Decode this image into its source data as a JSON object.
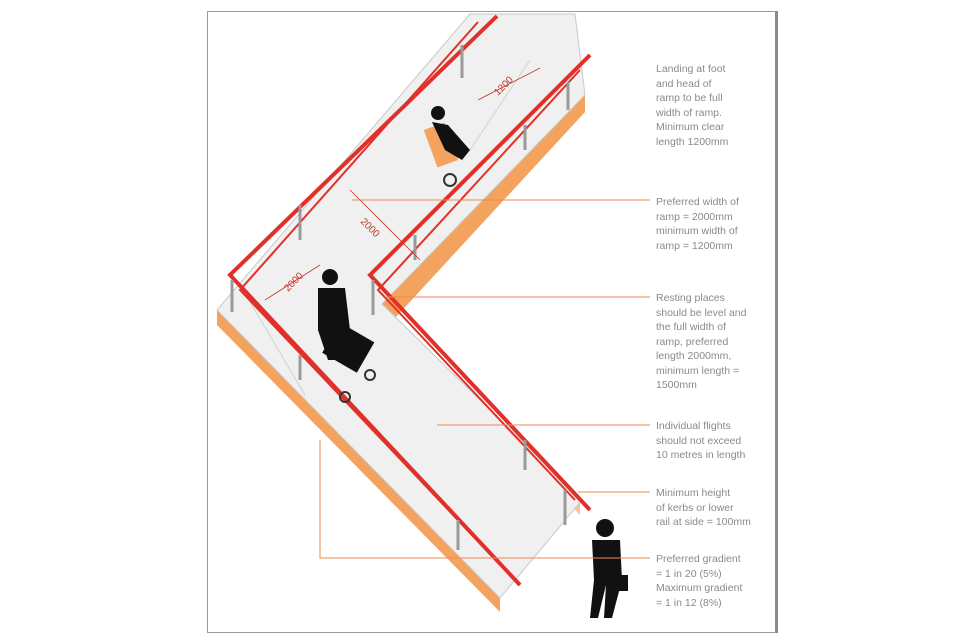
{
  "notes": {
    "landing": "Landing at foot\nand head of\nramp to be full\nwidth of ramp.\nMinimum clear\nlength 1200mm",
    "width": "Preferred width of\nramp = 2000mm\nminimum width of\nramp = 1200mm",
    "resting": "Resting places\nshould be level and\nthe full width of\nramp, preferred\nlength 2000mm,\nminimum length =\n1500mm",
    "flights": "Individual flights\nshould not exceed\n10 metres in length",
    "kerbs": "Minimum height\nof kerbs or lower\nrail at side = 100mm",
    "gradient": "Preferred gradient\n= 1 in 20 (5%)\nMaximum gradient\n= 1 in 12 (8%)"
  },
  "dimensions": {
    "landing_length": "1200",
    "ramp_width": "2000",
    "rest_length": "2000"
  },
  "colors": {
    "rail": "#e0302a",
    "side": "#f3a35e",
    "deck": "#f0f0f0",
    "leader": "#f08a50",
    "text": "#8a8a8a"
  }
}
